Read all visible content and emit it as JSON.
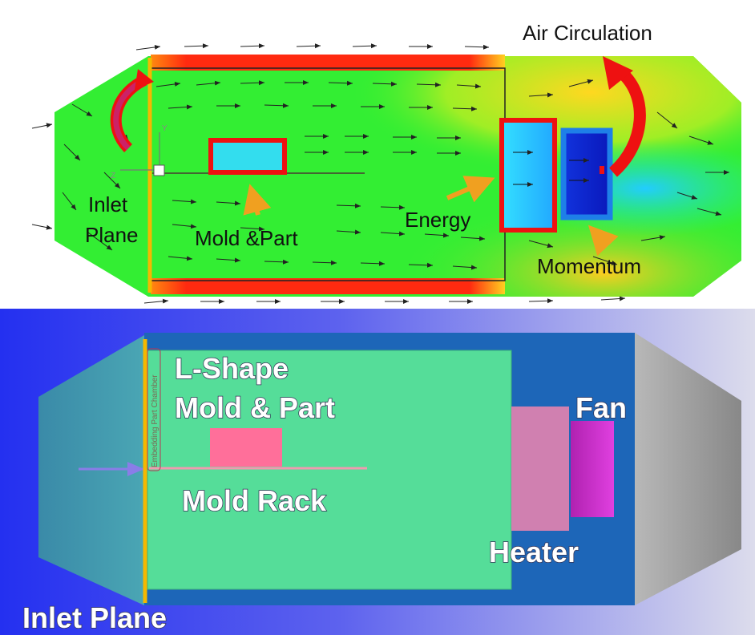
{
  "top_panel": {
    "labels": {
      "air_circulation": "Air Circulation",
      "inlet": "Inlet",
      "plane": "Plane",
      "mold_part": "Mold &Part",
      "energy": "Energy",
      "momentum": "Momentum"
    },
    "axis": {
      "y": "Y",
      "z": "Z"
    }
  },
  "bottom_panel": {
    "labels": {
      "l_shape": "L-Shape",
      "mold_and_part": "Mold & Part",
      "fan": "Fan",
      "mold_rack": "Mold Rack",
      "heater": "Heater",
      "inlet_plane": "Inlet Plane",
      "embedding": "Embedding Part Chamber"
    }
  },
  "colors": {
    "hot_red": "#ff2a10",
    "field_green": "#33ee33",
    "highlight_red": "#ee1111",
    "arrow_orange": "#f0a020",
    "momentum_blue": "#1e7fe8",
    "chamber_green": "#55dd99",
    "heater_pink": "#d080b0",
    "fan_magenta": "#cc22cc",
    "mold_pink": "#ff6f9a",
    "inlet_yellow": "#f5b800"
  }
}
